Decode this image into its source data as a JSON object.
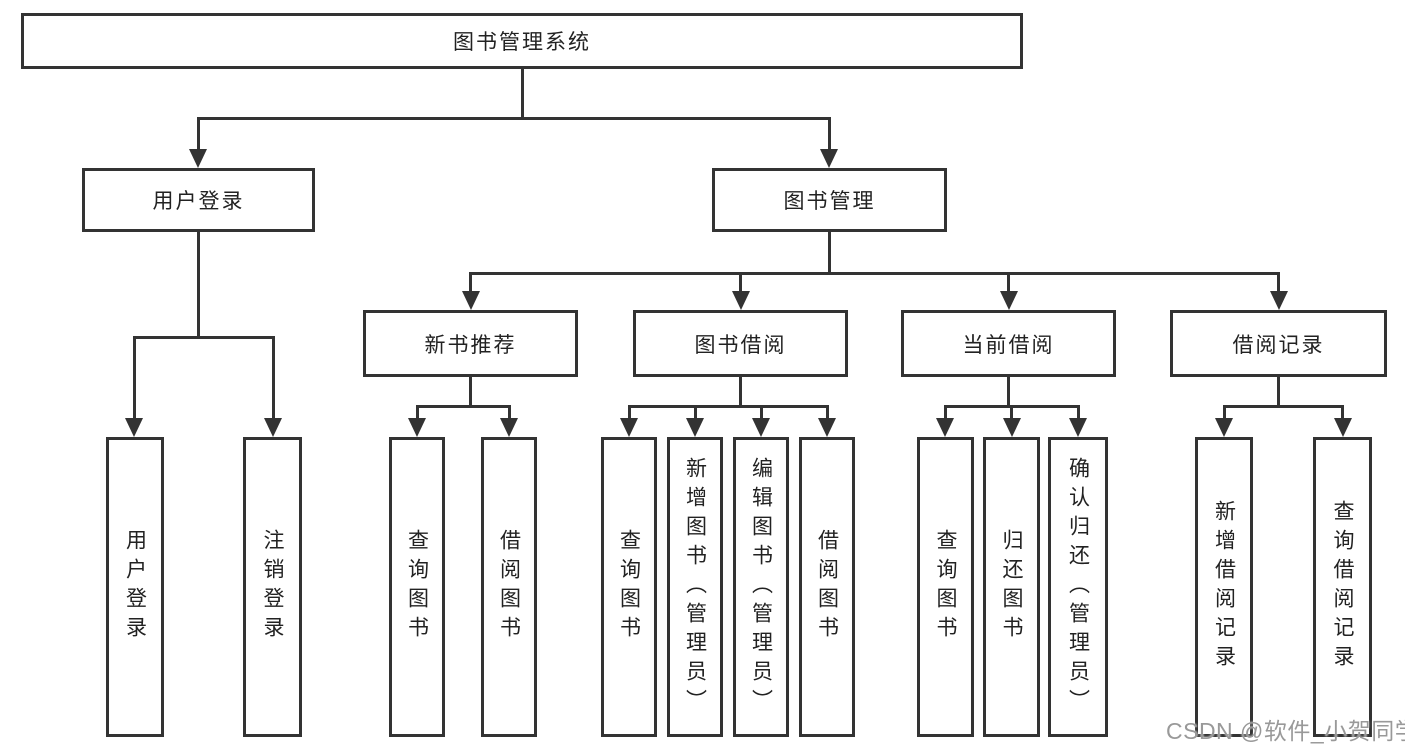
{
  "diagram": {
    "root": {
      "label": "图书管理系统"
    },
    "branches": {
      "user_login": {
        "label": "用户登录",
        "children": [
          {
            "label": "用户登录"
          },
          {
            "label": "注销登录"
          }
        ]
      },
      "book_mgmt": {
        "label": "图书管理",
        "children": {
          "new_books": {
            "label": "新书推荐",
            "children": [
              {
                "label": "查询图书"
              },
              {
                "label": "借阅图书"
              }
            ]
          },
          "book_borrow": {
            "label": "图书借阅",
            "children": [
              {
                "label": "查询图书"
              },
              {
                "label": "新增图书（管理员）"
              },
              {
                "label": "编辑图书（管理员）"
              },
              {
                "label": "借阅图书"
              }
            ]
          },
          "current_borrow": {
            "label": "当前借阅",
            "children": [
              {
                "label": "查询图书"
              },
              {
                "label": "归还图书"
              },
              {
                "label": "确认归还（管理员）"
              }
            ]
          },
          "borrow_records": {
            "label": "借阅记录",
            "children": [
              {
                "label": "新增借阅记录"
              },
              {
                "label": "查询借阅记录"
              }
            ]
          }
        }
      }
    }
  },
  "watermark": {
    "text": "CSDN @软件_小贺同学"
  },
  "colors": {
    "line": "#333333",
    "text": "#222222",
    "background": "#ffffff",
    "watermark": "#999999"
  }
}
